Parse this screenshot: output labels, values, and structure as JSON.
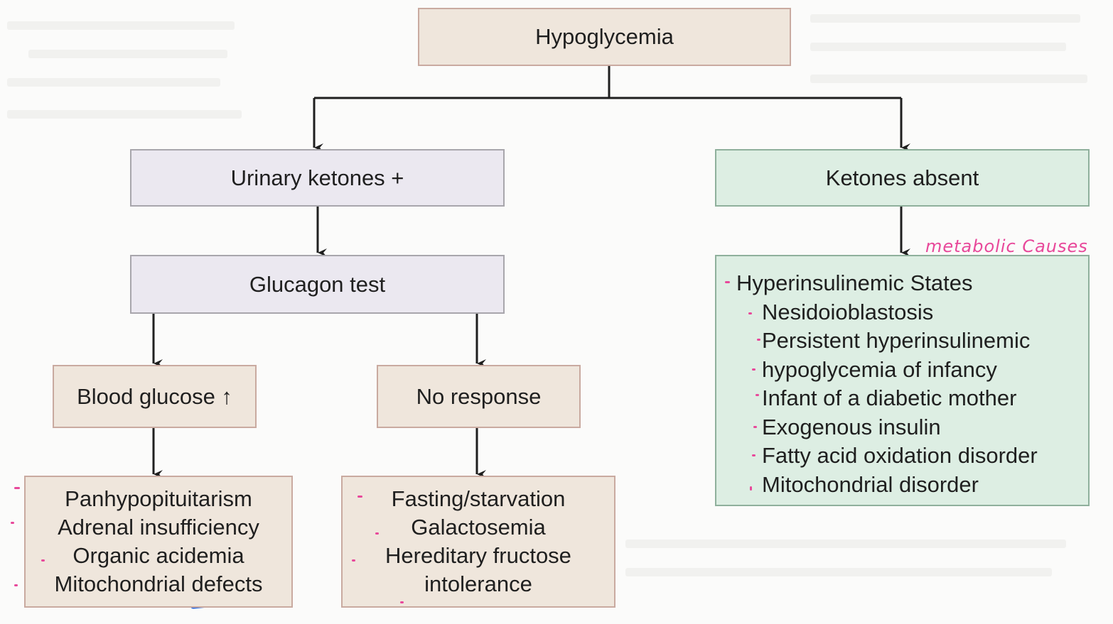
{
  "title": "Hypoglycemia",
  "branches": {
    "left": {
      "label": "Urinary ketones +",
      "test": "Glucagon test",
      "outcomes": [
        {
          "label": "Blood glucose ↑",
          "causes": [
            "Panhypopituitarism",
            "Adrenal insufficiency",
            "Organic acidemia",
            "Mitochondrial defects"
          ]
        },
        {
          "label": "No response",
          "causes": [
            "Fasting/starvation",
            "Galactosemia",
            "Hereditary fructose",
            "intolerance"
          ]
        }
      ]
    },
    "right": {
      "label": "Ketones absent",
      "group_heading": "Hyperinsulinemic States",
      "causes": [
        "Nesidoioblastosis",
        "Persistent hyperinsulinemic",
        "hypoglycemia of infancy",
        "Infant of a diabetic mother",
        "Exogenous insulin",
        "Fatty acid oxidation disorder",
        "Mitochondrial disorder"
      ]
    }
  },
  "annotations": {
    "handwritten_note": "metabolic Causes",
    "pink_color": "#e8489a",
    "blue_color": "#1a5fe0"
  },
  "colors": {
    "tan_box": "#efe6dc",
    "lavender_box": "#ebe8f0",
    "green_box": "#ddeee3"
  }
}
